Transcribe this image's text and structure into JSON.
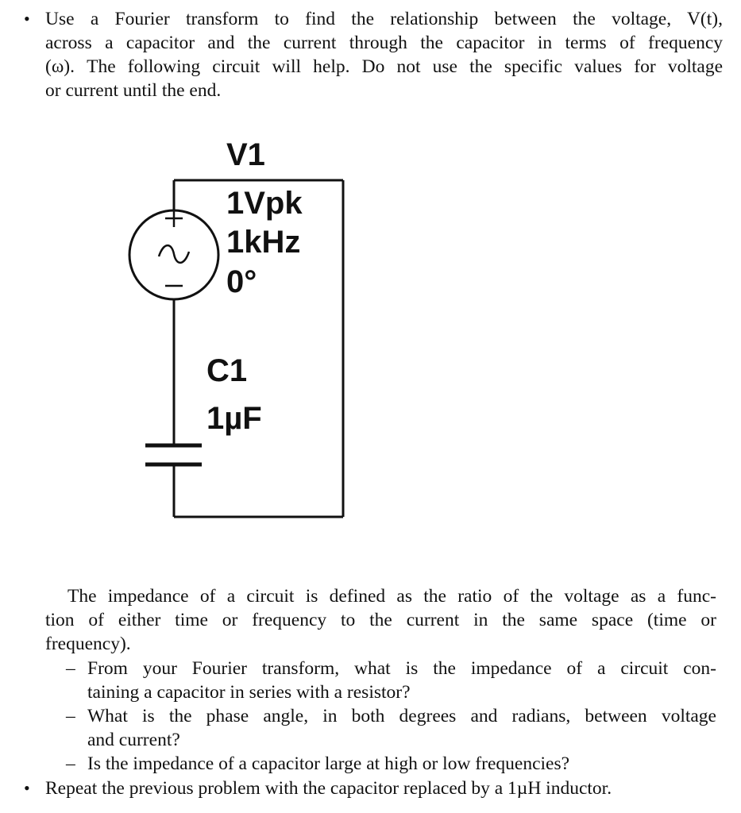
{
  "problem1": {
    "bullet": "•",
    "lines": [
      "Use a Fourier transform to find the relationship between the voltage, V(t),",
      "across a capacitor and the current through the capacitor in terms of frequency",
      "(ω). The following circuit will help. Do not use the specific values for voltage",
      "or current until the end."
    ]
  },
  "circuit": {
    "source_name": "V1",
    "source_amplitude": "1Vpk",
    "source_frequency": "1kHz",
    "source_phase": "0°",
    "plus_sign": "+",
    "minus_sign": "–",
    "tilde": "∼",
    "capacitor_name": "C1",
    "capacitor_value": "1µF"
  },
  "paragraph": {
    "lines": [
      "The impedance of a circuit is defined as the ratio of the voltage as a func-",
      "tion of either time or frequency to the current in the same space (time or",
      "frequency)."
    ]
  },
  "subitems": [
    {
      "dash": "–",
      "lines": [
        "From your Fourier transform, what is the impedance of a circuit con-",
        "taining a capacitor in series with a resistor?"
      ]
    },
    {
      "dash": "–",
      "lines": [
        "What is the phase angle, in both degrees and radians, between voltage",
        "and current?"
      ]
    },
    {
      "dash": "–",
      "lines": [
        "Is the impedance of a capacitor large at high or low frequencies?"
      ]
    }
  ],
  "problem2": {
    "bullet": "•",
    "text": "Repeat the previous problem with the capacitor replaced by a 1µH inductor."
  }
}
